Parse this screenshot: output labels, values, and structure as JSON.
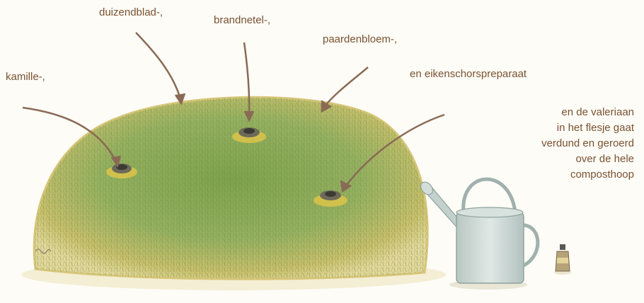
{
  "labels": {
    "kamille": "kamille-,",
    "duizendblad": "duizendblad-,",
    "brandnetel": "brandnetel-,",
    "paardenbloem": "paardenbloem-,",
    "eikenschors": "en eikenschorspreparaat"
  },
  "valeriaan_note": [
    "en de valeriaan",
    "in het flesje gaat",
    "verdund en geroerd",
    "over de hele",
    "composthoop"
  ],
  "colors": {
    "text": "#7a5230",
    "arrow": "#8a6a55",
    "heap_green": "#8fae5a",
    "heap_yellow": "#d9c36a",
    "can_body": "#c9d6d3",
    "can_outline": "#8ea29c"
  }
}
